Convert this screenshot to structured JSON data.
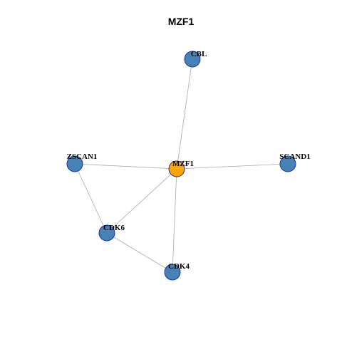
{
  "title": "MZF1",
  "colors": {
    "hub": "#ffa500",
    "neighbor": "#4682b4",
    "node_border": "#1f2fae",
    "edge": "#a9a9a9"
  },
  "nodes": [
    {
      "id": "MZF1",
      "label": "MZF1",
      "role": "hub"
    },
    {
      "id": "CBL",
      "label": "CBL",
      "role": "neighbor"
    },
    {
      "id": "ZSCAN1",
      "label": "ZSCAN1",
      "role": "neighbor"
    },
    {
      "id": "SCAND1",
      "label": "SCAND1",
      "role": "neighbor"
    },
    {
      "id": "CDK6",
      "label": "CDK6",
      "role": "neighbor"
    },
    {
      "id": "CDK4",
      "label": "CDK4",
      "role": "neighbor"
    }
  ],
  "edges": [
    [
      "MZF1",
      "CBL"
    ],
    [
      "MZF1",
      "ZSCAN1"
    ],
    [
      "MZF1",
      "SCAND1"
    ],
    [
      "MZF1",
      "CDK6"
    ],
    [
      "MZF1",
      "CDK4"
    ],
    [
      "ZSCAN1",
      "CDK6"
    ],
    [
      "CDK6",
      "CDK4"
    ]
  ]
}
